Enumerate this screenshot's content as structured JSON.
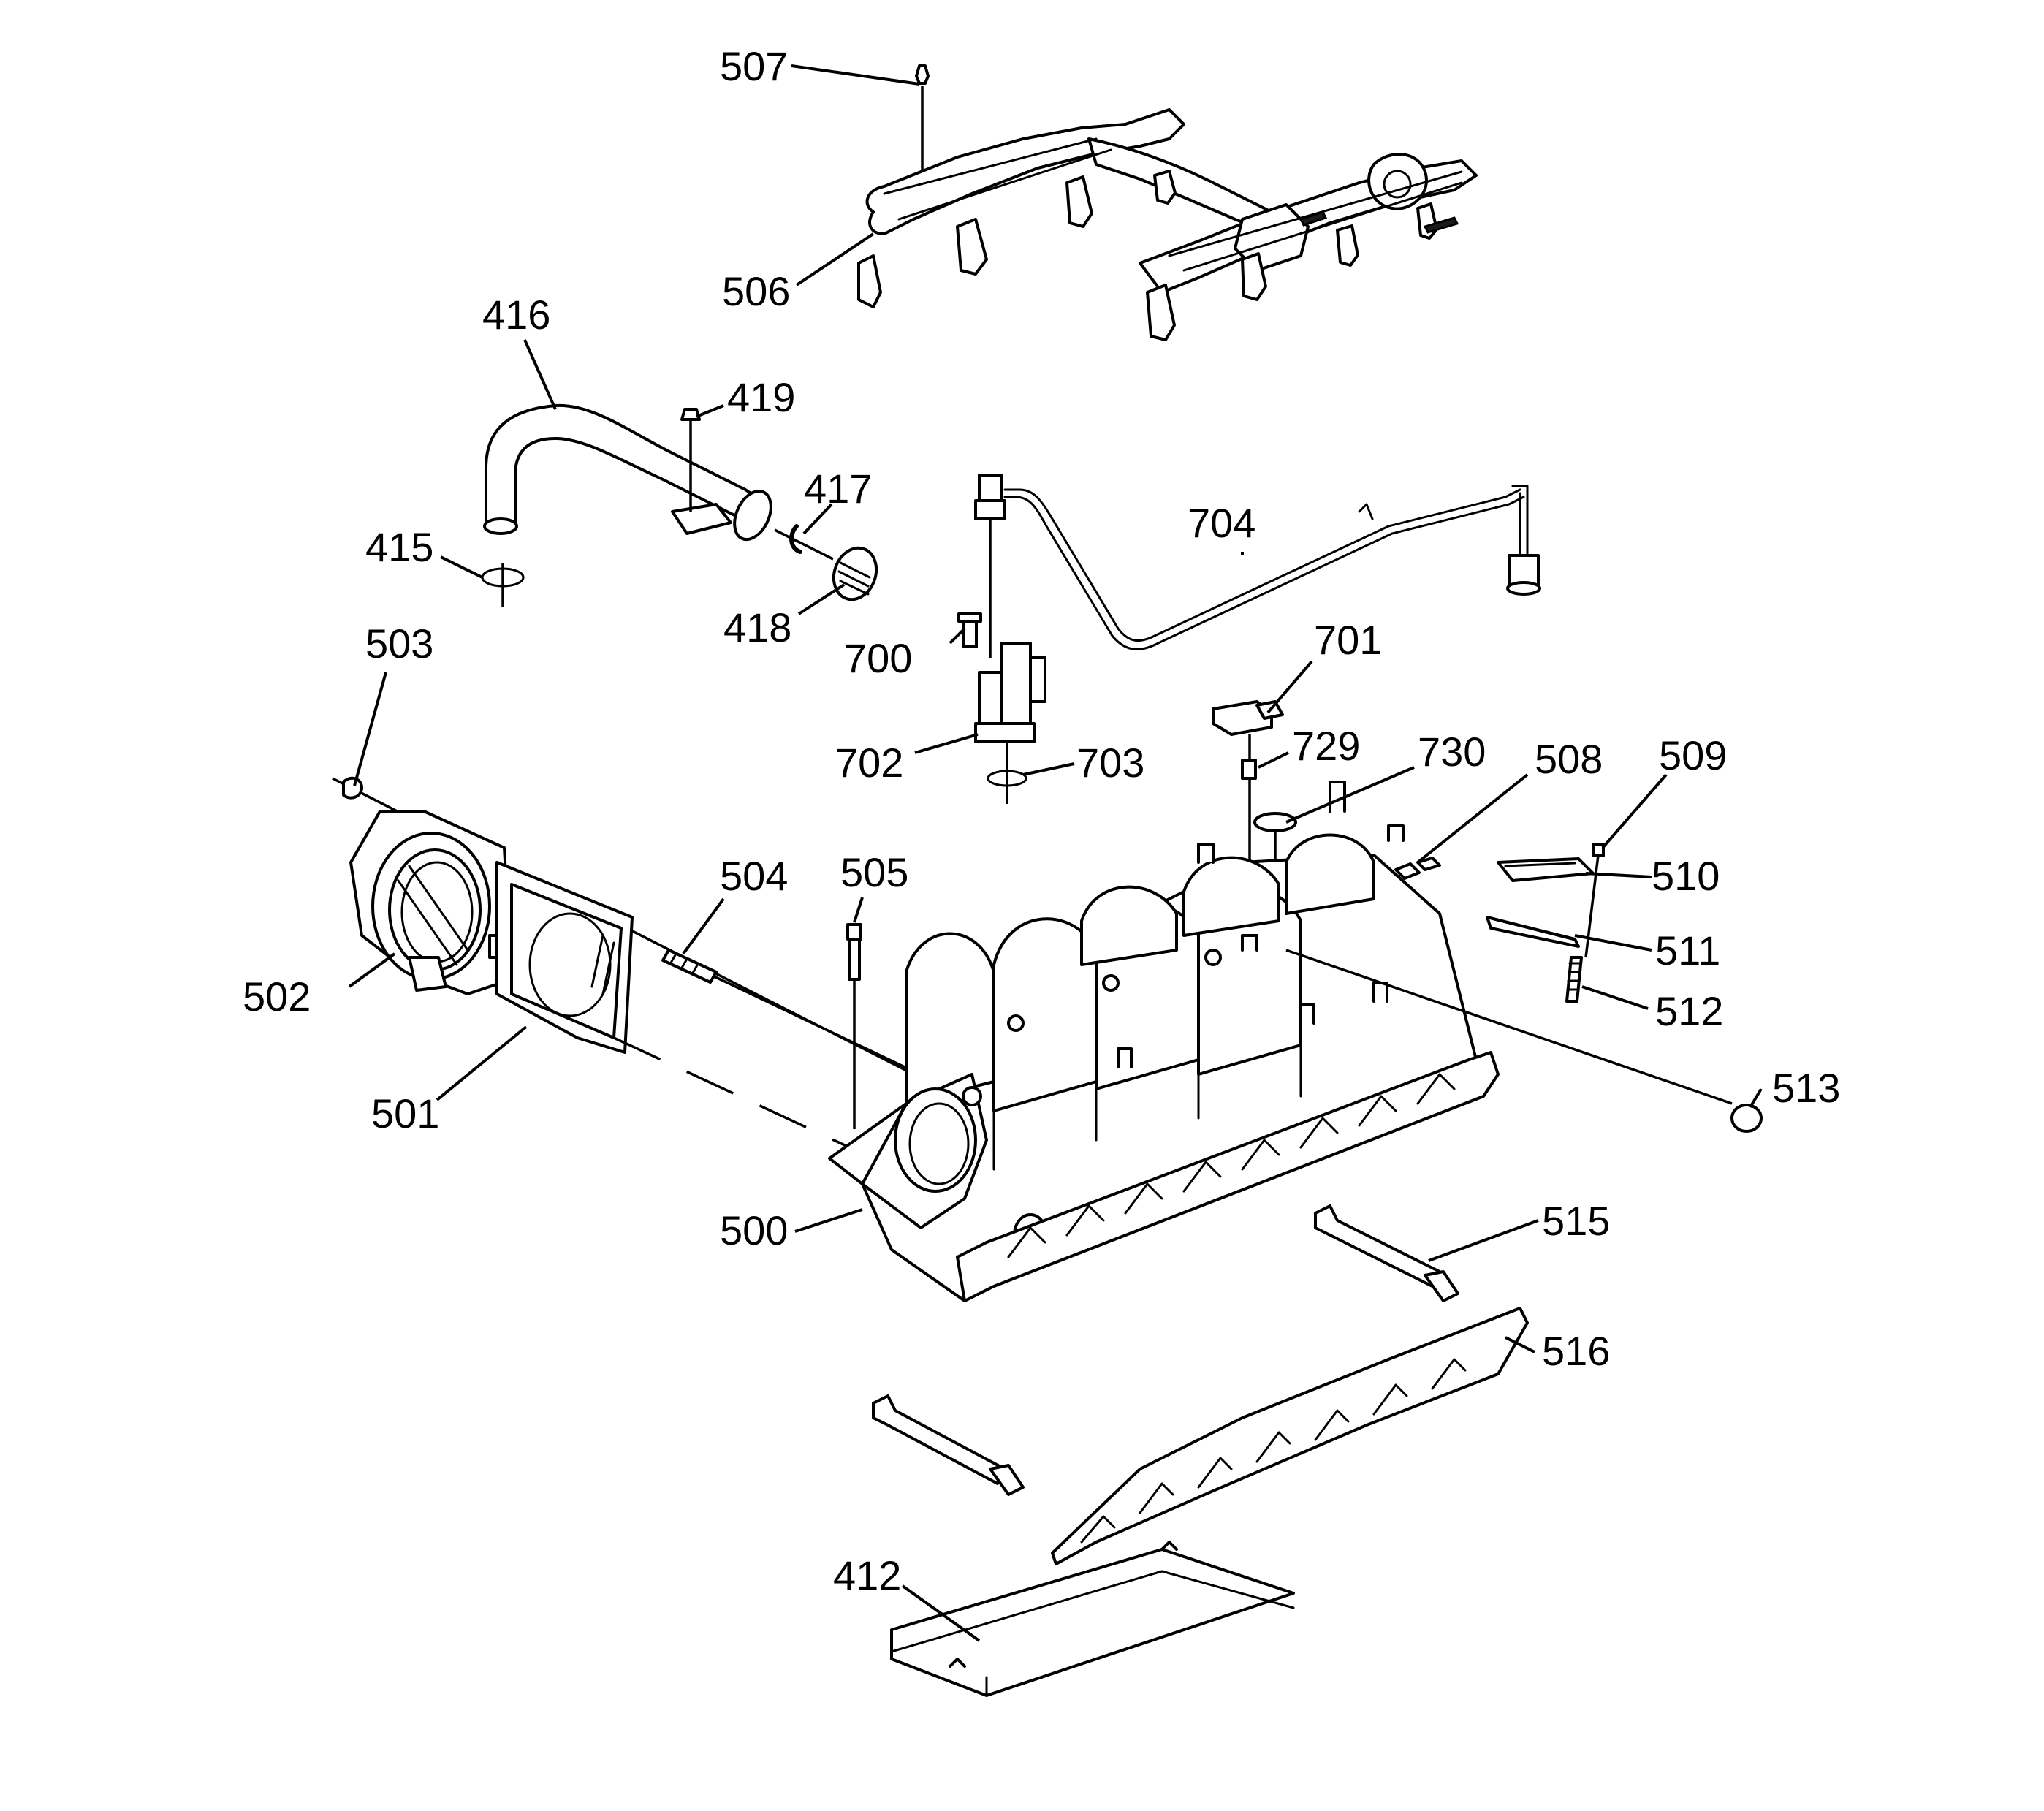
{
  "callouts": {
    "c507": "507",
    "c506": "506",
    "c416": "416",
    "c419": "419",
    "c417": "417",
    "c415": "415",
    "c418": "418",
    "c704": "704",
    "c700": "700",
    "c701": "701",
    "c503": "503",
    "c702": "702",
    "c703": "703",
    "c729": "729",
    "c730": "730",
    "c508": "508",
    "c509": "509",
    "c510": "510",
    "c504": "504",
    "c505": "505",
    "c511": "511",
    "c502": "502",
    "c512": "512",
    "c501": "501",
    "c513": "513",
    "c500": "500",
    "c515": "515",
    "c516": "516",
    "c412": "412"
  }
}
